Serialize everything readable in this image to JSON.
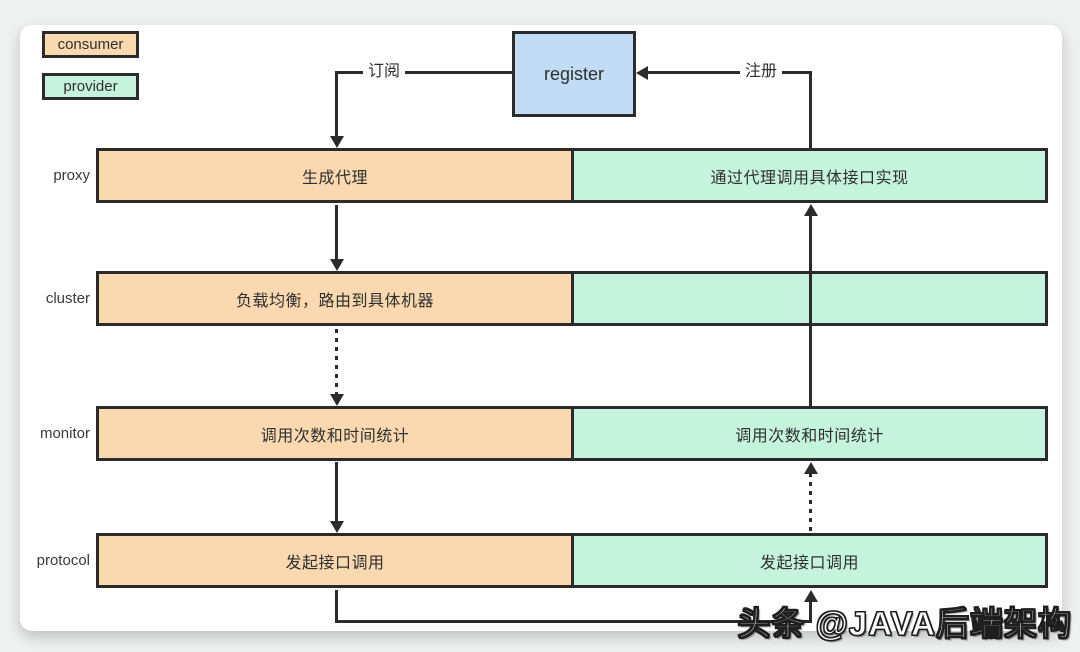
{
  "legend": {
    "consumer_label": "consumer",
    "provider_label": "provider"
  },
  "register": {
    "label": "register"
  },
  "edges": {
    "subscribe_label": "订阅",
    "register_label": "注册"
  },
  "rows": [
    {
      "name": "proxy",
      "consumer_text": "生成代理",
      "provider_text": "通过代理调用具体接口实现"
    },
    {
      "name": "cluster",
      "consumer_text": "负载均衡，路由到具体机器",
      "provider_text": ""
    },
    {
      "name": "monitor",
      "consumer_text": "调用次数和时间统计",
      "provider_text": "调用次数和时间统计"
    },
    {
      "name": "protocol",
      "consumer_text": "发起接口调用",
      "provider_text": "发起接口调用"
    }
  ],
  "watermark": "头条 @JAVA后端架构",
  "colors": {
    "consumer": "#FAD9B0",
    "provider": "#C5F3DD",
    "register": "#C2DCF5",
    "line": "#2B2B2B"
  }
}
